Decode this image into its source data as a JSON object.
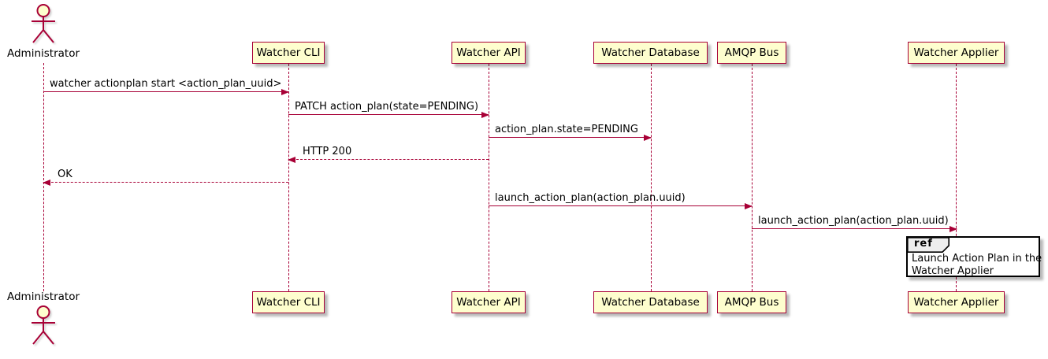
{
  "diagram": {
    "type": "plantuml-sequence",
    "actor": {
      "label": "Administrator"
    },
    "participants": [
      {
        "label": "Watcher CLI"
      },
      {
        "label": "Watcher API"
      },
      {
        "label": "Watcher Database"
      },
      {
        "label": "AMQP Bus"
      },
      {
        "label": "Watcher Applier"
      }
    ],
    "messages": [
      {
        "from": "Administrator",
        "to": "Watcher CLI",
        "label": "watcher actionplan start <action_plan_uuid>",
        "line": "solid",
        "direction": "right"
      },
      {
        "from": "Watcher CLI",
        "to": "Watcher API",
        "label": "PATCH action_plan(state=PENDING)",
        "line": "solid",
        "direction": "right"
      },
      {
        "from": "Watcher API",
        "to": "Watcher Database",
        "label": "action_plan.state=PENDING",
        "line": "solid",
        "direction": "right"
      },
      {
        "from": "Watcher API",
        "to": "Watcher CLI",
        "label": "HTTP 200",
        "line": "dashed",
        "direction": "left"
      },
      {
        "from": "Watcher CLI",
        "to": "Administrator",
        "label": "OK",
        "line": "dashed",
        "direction": "left"
      },
      {
        "from": "Watcher API",
        "to": "AMQP Bus",
        "label": "launch_action_plan(action_plan.uuid)",
        "line": "solid",
        "direction": "right"
      },
      {
        "from": "AMQP Bus",
        "to": "Watcher Applier",
        "label": "launch_action_plan(action_plan.uuid)",
        "line": "solid",
        "direction": "right"
      }
    ],
    "ref": {
      "keyword": "ref",
      "over": "Watcher Applier",
      "line1": "Launch Action Plan in the",
      "line2": "Watcher Applier"
    },
    "colors": {
      "participant_fill": "#FEFECE",
      "participant_border": "#A80036",
      "lifeline": "#A80036",
      "arrow": "#A80036",
      "text": "#000000",
      "ref_border": "#000000",
      "ref_tab_fill": "#EEEEEE",
      "background": "#FFFFFF"
    }
  }
}
